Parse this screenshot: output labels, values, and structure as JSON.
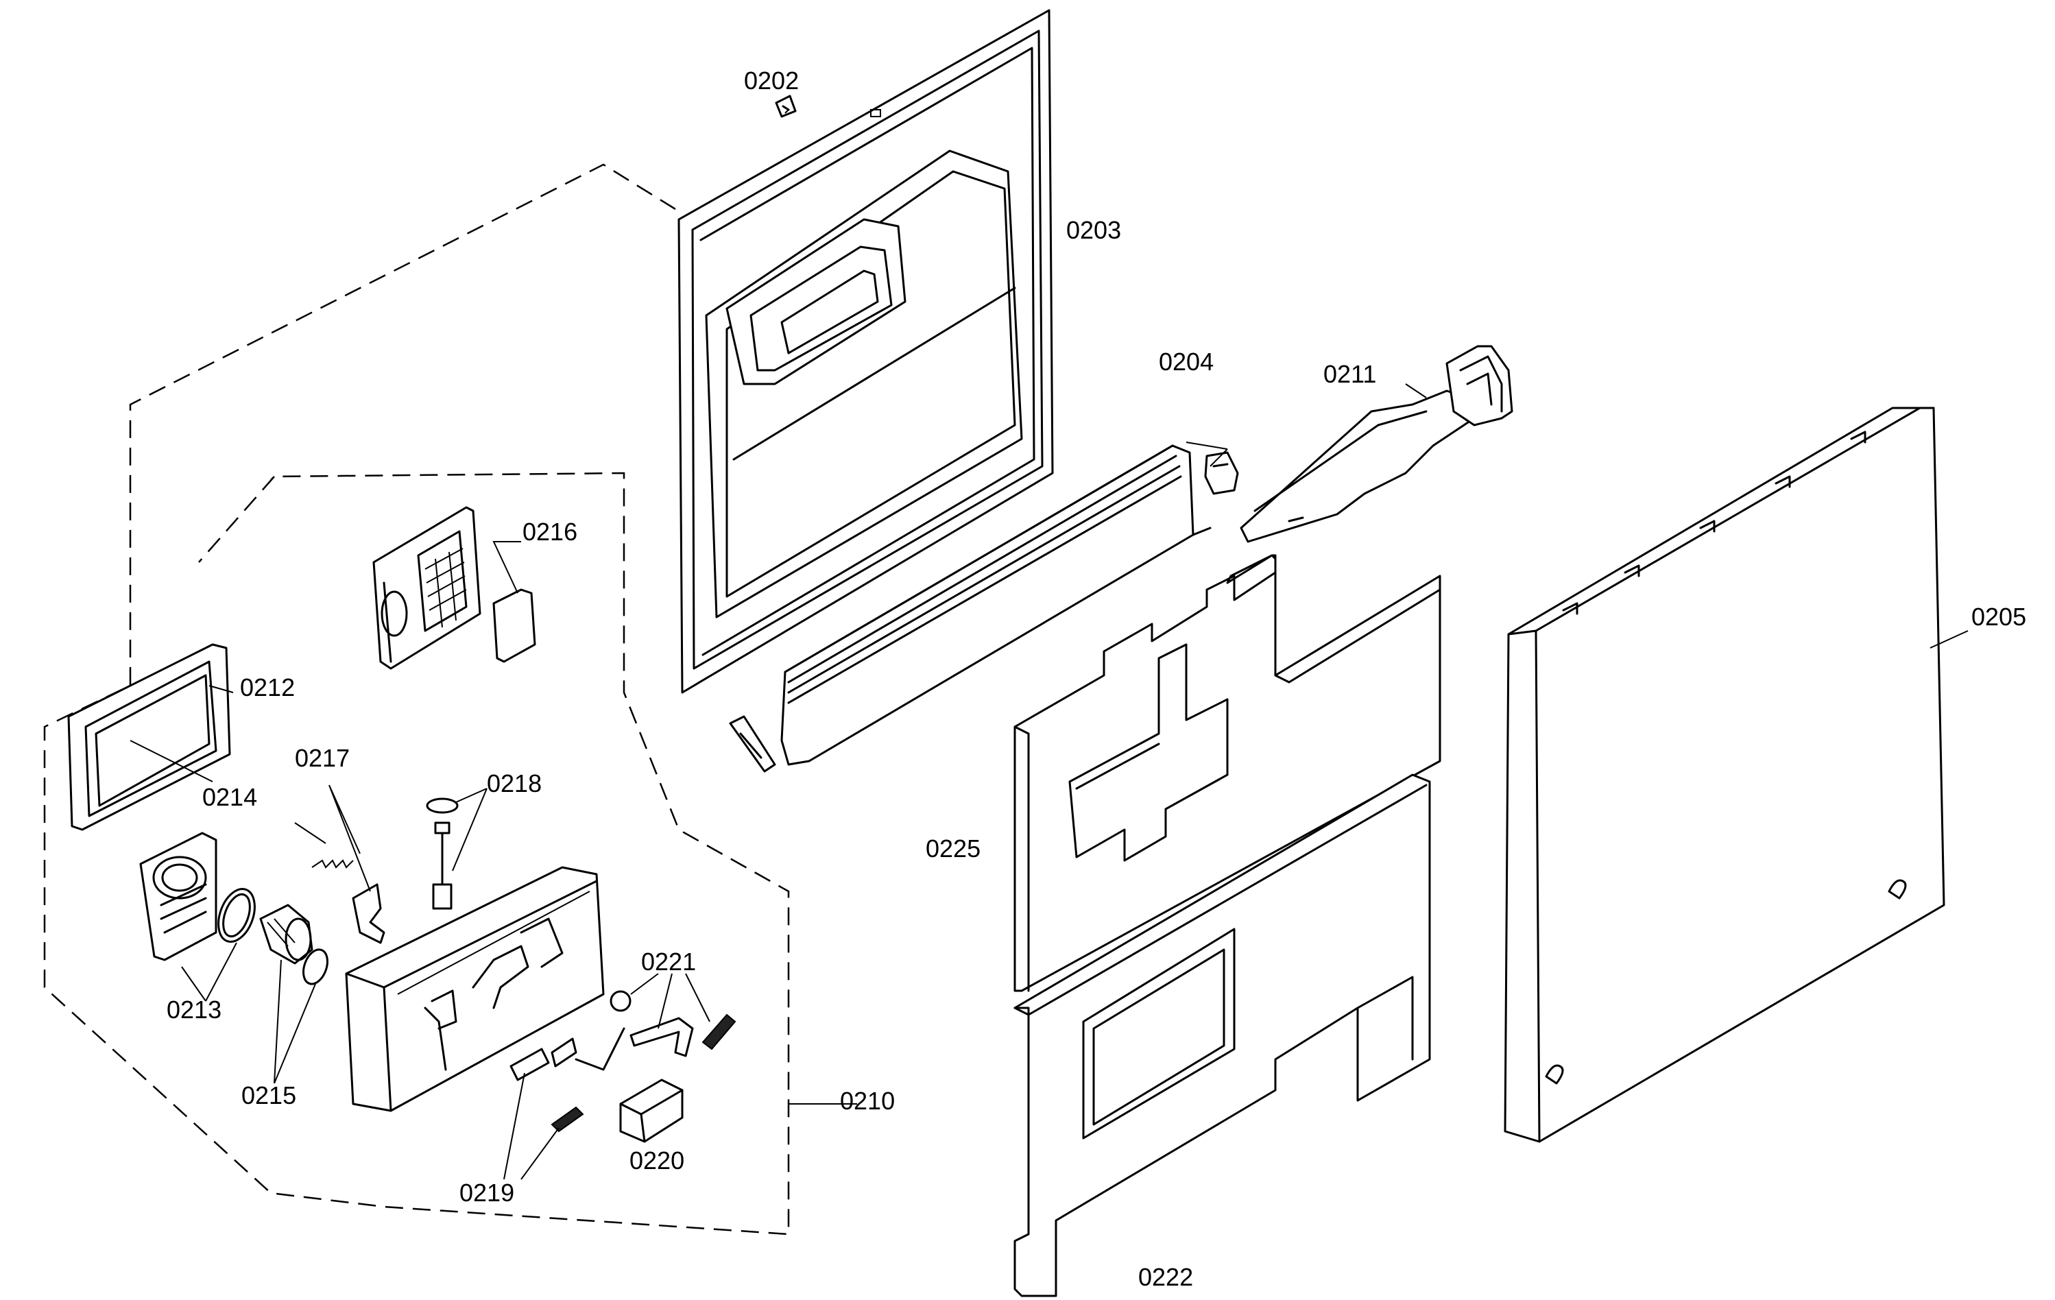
{
  "labels": {
    "p0202": "0202",
    "p0203": "0203",
    "p0204": "0204",
    "p0205": "0205",
    "p0210": "0210",
    "p0211": "0211",
    "p0212": "0212",
    "p0213": "0213",
    "p0214": "0214",
    "p0215": "0215",
    "p0216": "0216",
    "p0217": "0217",
    "p0218": "0218",
    "p0219": "0219",
    "p0220": "0220",
    "p0221": "0221",
    "p0222": "0222",
    "p0225": "0225"
  }
}
